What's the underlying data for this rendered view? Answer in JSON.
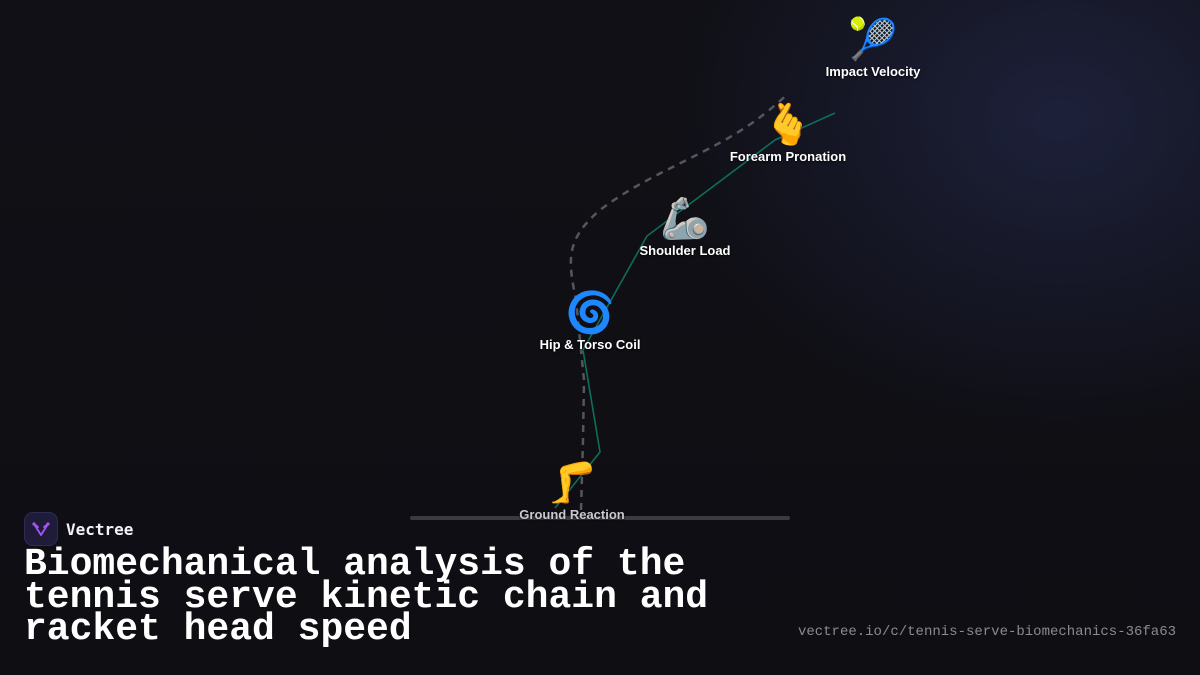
{
  "brand": {
    "name": "Vectree",
    "logo_icon": "vectree-logo-icon",
    "accent_color": "#a855f7"
  },
  "title": "Biomechanical analysis of the tennis serve kinetic chain and racket head speed",
  "url": "vectree.io/c/tennis-serve-biomechanics-36fa63",
  "diagram": {
    "line_colors": {
      "chain": "#0d6e5a",
      "trajectory": "#55555c",
      "baseline": "#3a3a40"
    },
    "nodes": [
      {
        "id": "ground",
        "label": "Ground Reaction",
        "emoji": "🦵",
        "icon": "leg-icon"
      },
      {
        "id": "hip",
        "label": "Hip & Torso Coil",
        "emoji": "🌀",
        "icon": "cyclone-icon"
      },
      {
        "id": "shoulder",
        "label": "Shoulder Load",
        "emoji": "🦾",
        "icon": "mechanical-arm-icon"
      },
      {
        "id": "forearm",
        "label": "Forearm Pronation",
        "emoji": "🫰",
        "icon": "snapping-hand-icon"
      },
      {
        "id": "impact",
        "label": "Impact Velocity",
        "emoji": "🎾",
        "icon": "tennis-racket-icon"
      }
    ]
  }
}
